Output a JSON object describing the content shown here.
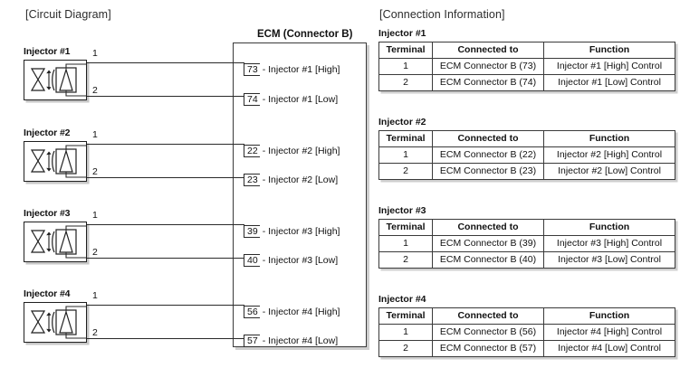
{
  "sections": {
    "circuit_diagram_title": "[Circuit Diagram]",
    "connection_info_title": "[Connection Information]"
  },
  "ecm": {
    "title": "ECM (Connector B)",
    "pins": [
      {
        "number": "73",
        "text": "- Injector #1 [High]"
      },
      {
        "number": "74",
        "text": "- Injector #1 [Low]"
      },
      {
        "number": "22",
        "text": "- Injector #2 [High]"
      },
      {
        "number": "23",
        "text": "- Injector #2 [Low]"
      },
      {
        "number": "39",
        "text": "- Injector #3 [High]"
      },
      {
        "number": "40",
        "text": "- Injector #3 [Low]"
      },
      {
        "number": "56",
        "text": "- Injector #4 [High]"
      },
      {
        "number": "57",
        "text": "- Injector #4 [Low]"
      }
    ]
  },
  "injectors": [
    {
      "label": "Injector #1",
      "terminal_high": "1",
      "terminal_low": "2"
    },
    {
      "label": "Injector #2",
      "terminal_high": "1",
      "terminal_low": "2"
    },
    {
      "label": "Injector #3",
      "terminal_high": "1",
      "terminal_low": "2"
    },
    {
      "label": "Injector #4",
      "terminal_high": "1",
      "terminal_low": "2"
    }
  ],
  "tables": {
    "headers": [
      "Terminal",
      "Connected to",
      "Function"
    ],
    "groups": [
      {
        "title": "Injector #1",
        "rows": [
          [
            "1",
            "ECM Connector B (73)",
            "Injector #1 [High] Control"
          ],
          [
            "2",
            "ECM Connector B (74)",
            "Injector #1 [Low] Control"
          ]
        ]
      },
      {
        "title": "Injector #2",
        "rows": [
          [
            "1",
            "ECM Connector B (22)",
            "Injector #2 [High] Control"
          ],
          [
            "2",
            "ECM Connector B (23)",
            "Injector #2 [Low] Control"
          ]
        ]
      },
      {
        "title": "Injector #3",
        "rows": [
          [
            "1",
            "ECM Connector B (39)",
            "Injector #3 [High] Control"
          ],
          [
            "2",
            "ECM Connector B (40)",
            "Injector #3 [Low] Control"
          ]
        ]
      },
      {
        "title": "Injector #4",
        "rows": [
          [
            "1",
            "ECM Connector B (56)",
            "Injector #4 [High] Control"
          ],
          [
            "2",
            "ECM Connector B (57)",
            "Injector #4 [Low] Control"
          ]
        ]
      }
    ]
  },
  "colors": {
    "line": "#2a2a2a",
    "border": "#3a3a3a",
    "text": "#111111",
    "shadow": "rgba(140,140,140,0.42)"
  }
}
